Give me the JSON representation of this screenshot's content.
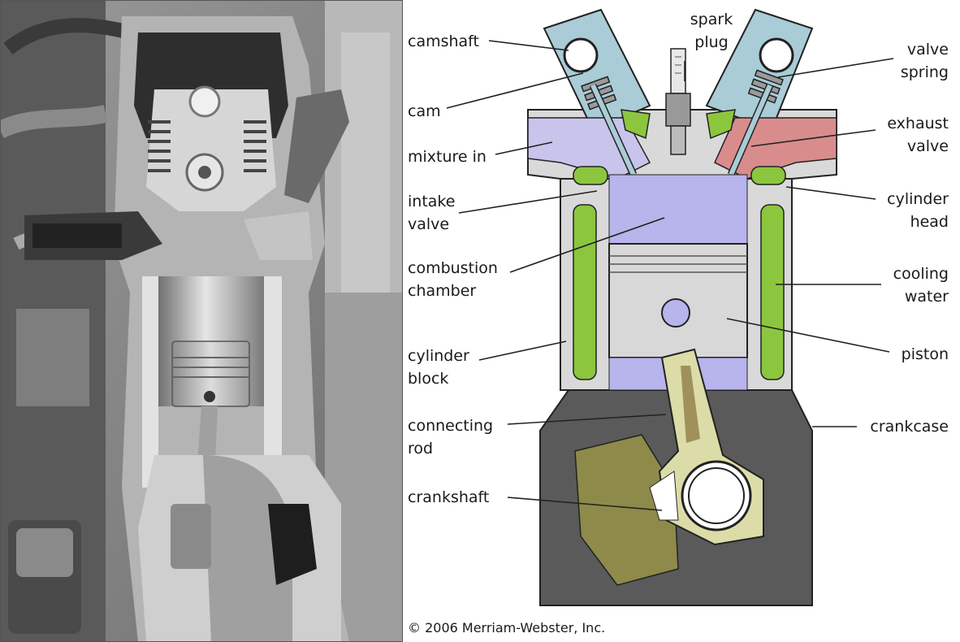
{
  "photo": {
    "description_icon": "engine-cutaway-photo"
  },
  "labels": {
    "camshaft": "camshaft",
    "spark_plug_1": "spark",
    "spark_plug_2": "plug",
    "valve_spring_1": "valve",
    "valve_spring_2": "spring",
    "cam": "cam",
    "exhaust_valve_1": "exhaust",
    "exhaust_valve_2": "valve",
    "mixture_in": "mixture in",
    "intake_valve_1": "intake",
    "intake_valve_2": "valve",
    "cylinder_head_1": "cylinder",
    "cylinder_head_2": "head",
    "combustion_chamber_1": "combustion",
    "combustion_chamber_2": "chamber",
    "cooling_water_1": "cooling",
    "cooling_water_2": "water",
    "cylinder_block_1": "cylinder",
    "cylinder_block_2": "block",
    "piston": "piston",
    "connecting_rod_1": "connecting",
    "connecting_rod_2": "rod",
    "crankcase": "crankcase",
    "crankshaft": "crankshaft"
  },
  "copyright": "© 2006 Merriam-Webster, Inc.",
  "colors": {
    "water": "#8cc63f",
    "mixture": "#c9c4ec",
    "exhaust": "#d98c8c",
    "valve_box": "#a9ccd6",
    "crankcase": "#5a5a5a",
    "rod": "#dcdca8",
    "chamber": "#b8b4ec"
  }
}
